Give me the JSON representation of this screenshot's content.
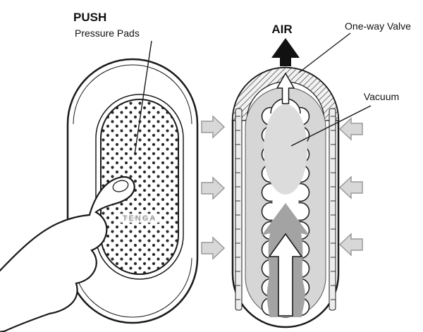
{
  "labels": {
    "push": "PUSH",
    "pressure_pads": "Pressure Pads",
    "air": "AIR",
    "one_way_valve": "One-way Valve",
    "vacuum": "Vacuum",
    "logo": "TENGA"
  },
  "colors": {
    "outline": "#1a1a1a",
    "sleeve": "#d6d6d6",
    "vacuum_fill": "#dcdcdc",
    "flow_dark": "#a3a3a3",
    "arrow_gray": "#d8d8d8",
    "arrow_outline": "#999999",
    "air_black": "#111111"
  }
}
